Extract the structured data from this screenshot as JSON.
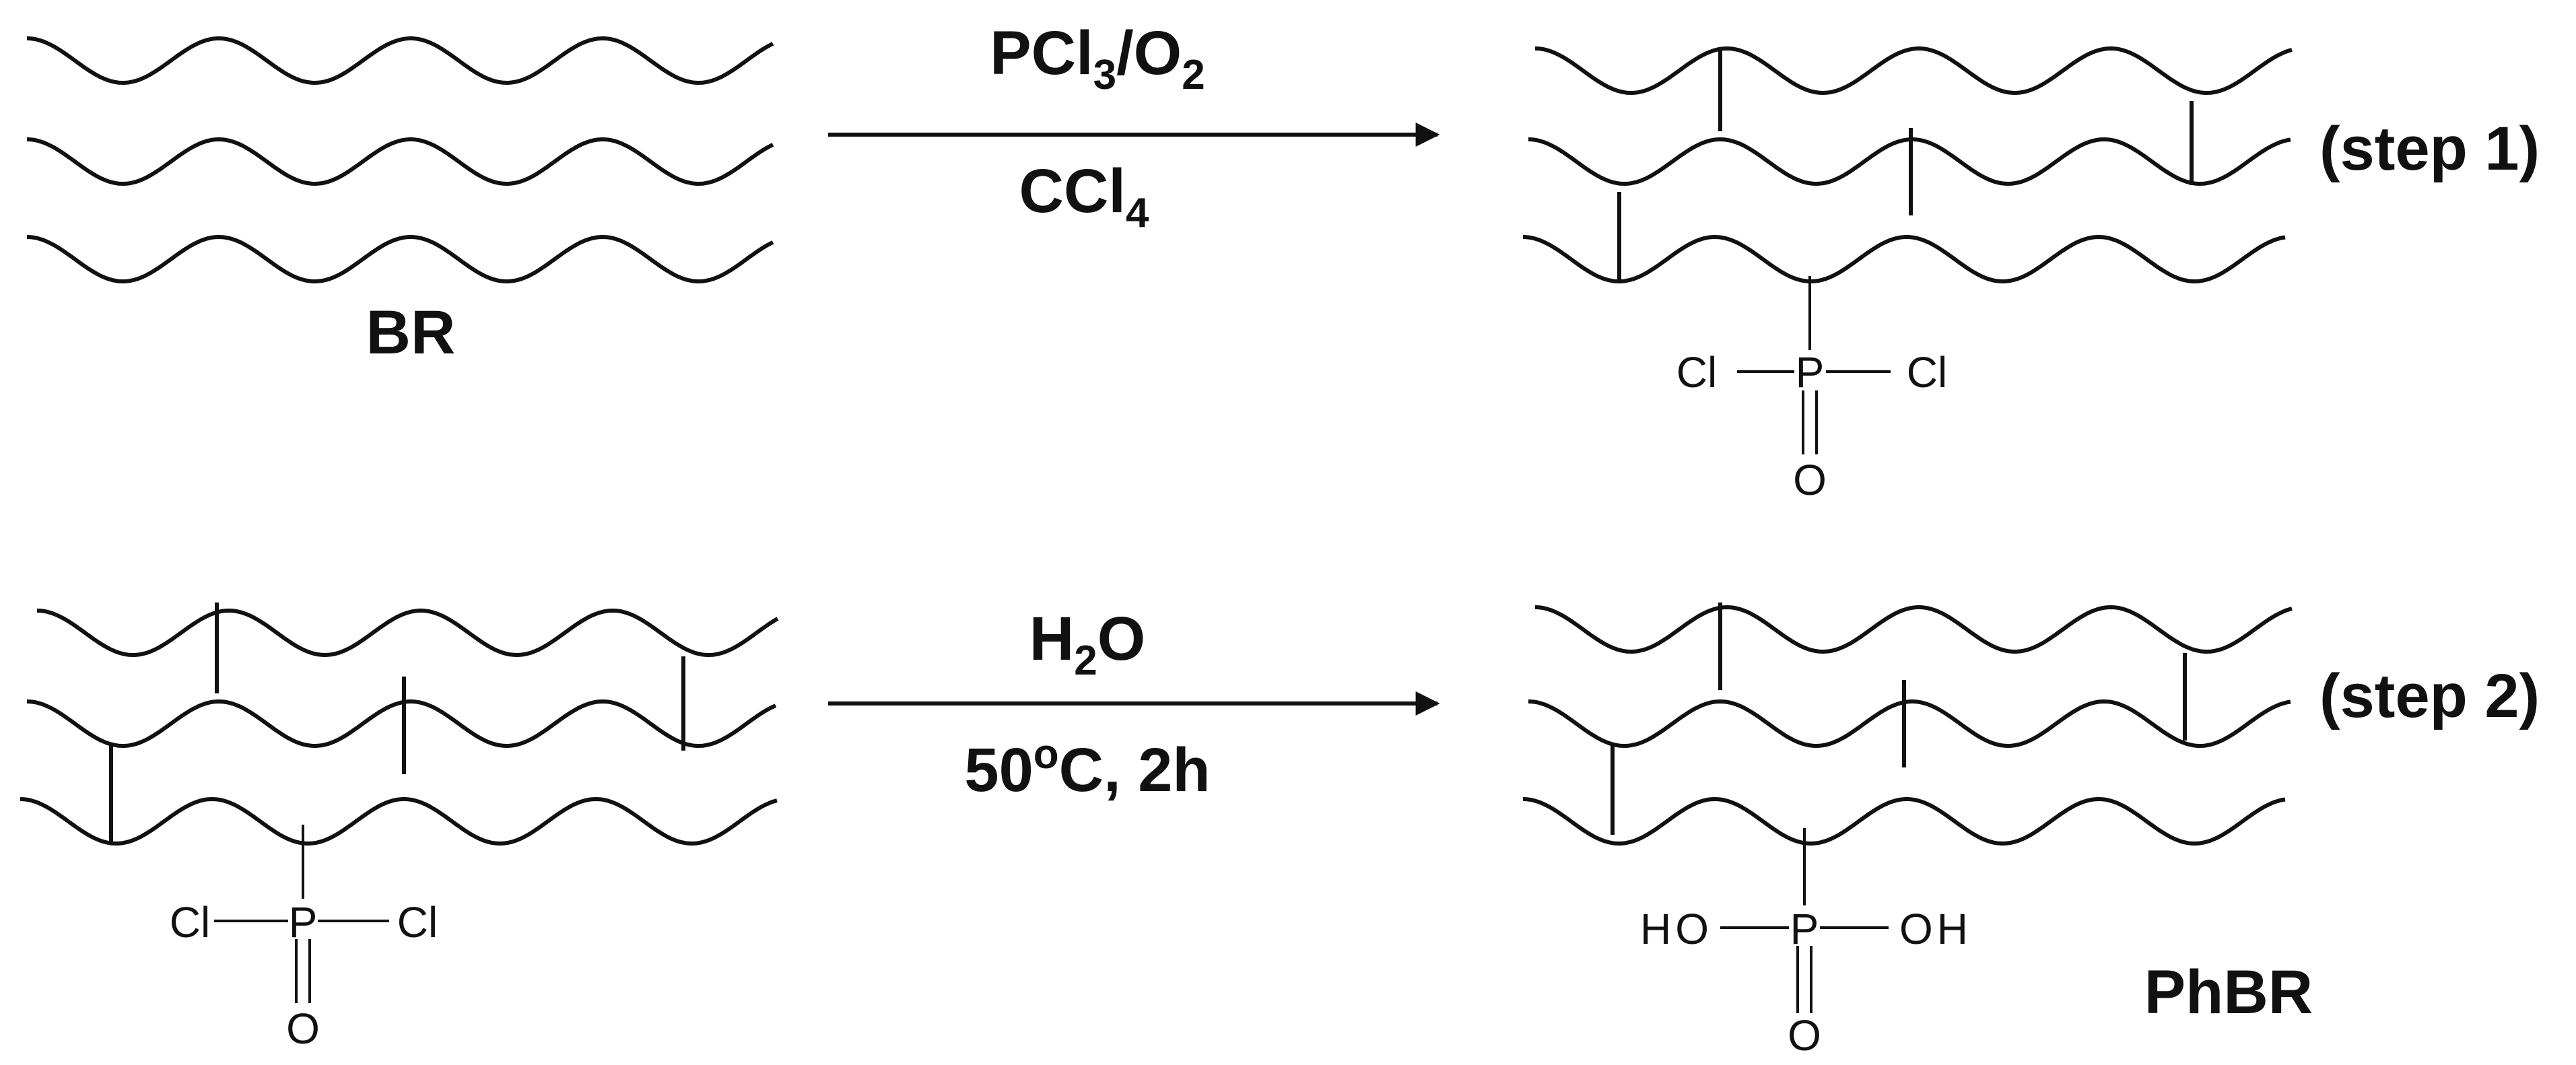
{
  "step1": {
    "reagent_top": {
      "main": "PCl",
      "sub1": "3",
      "slash": "/O",
      "sub2": "2"
    },
    "reagent_bottom": {
      "main": "CCl",
      "sub": "4"
    },
    "start_label": "BR",
    "step_label": "(step 1)",
    "group": {
      "left": "Cl",
      "center": "P",
      "right": "Cl",
      "bottom": "O"
    }
  },
  "step2": {
    "reagent_top": {
      "h": "H",
      "sub": "2",
      "o": "O"
    },
    "reagent_bottom": {
      "num": "50",
      "sup": "o",
      "rest": "C, 2h"
    },
    "step_label": "(step 2)",
    "product_label": "PhBR",
    "group_start": {
      "left": "Cl",
      "center": "P",
      "right": "Cl",
      "bottom": "O"
    },
    "group_product": {
      "left": "HO",
      "center": "P",
      "right": "OH",
      "bottom": "O"
    }
  },
  "colors": {
    "ink": "#111111",
    "background": "#ffffff"
  }
}
